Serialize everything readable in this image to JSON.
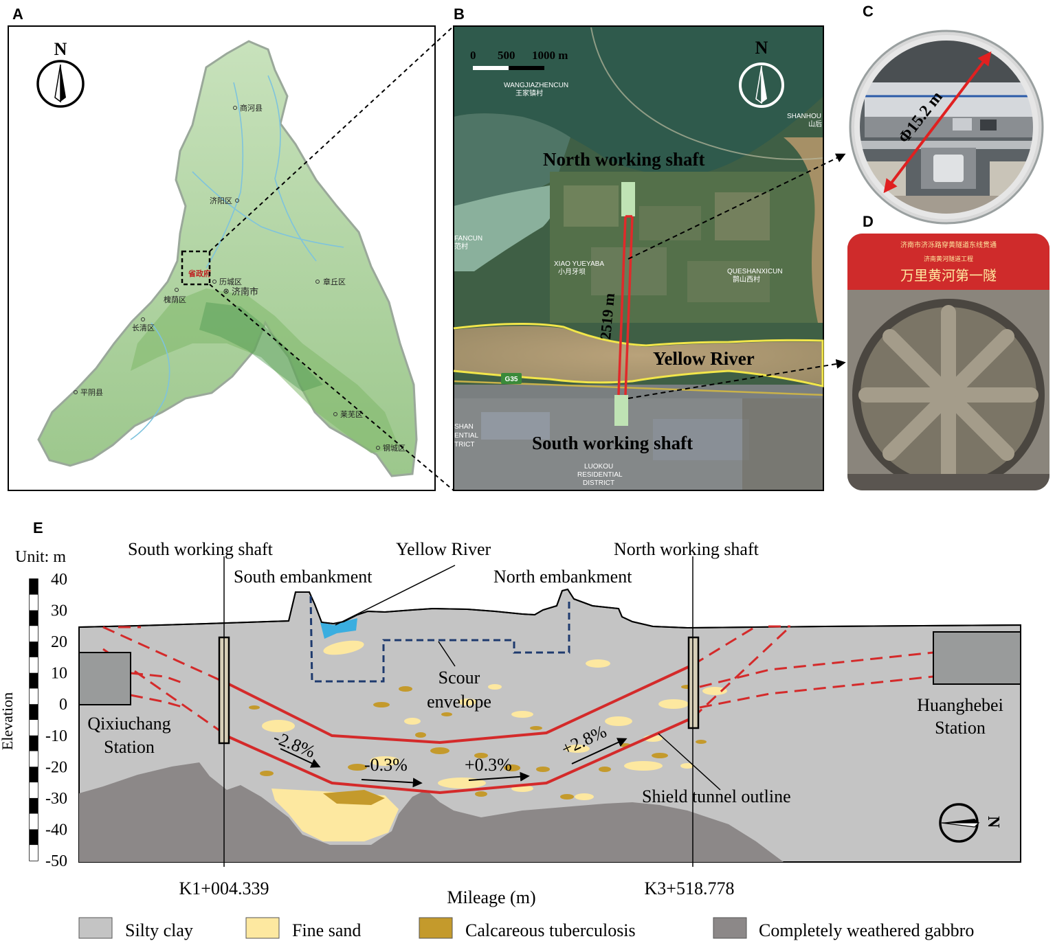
{
  "panels": {
    "a": {
      "label": "A",
      "north": "N",
      "places": [
        {
          "name": "商河县"
        },
        {
          "name": "济阳区"
        },
        {
          "name": "省政府"
        },
        {
          "name": "历城区"
        },
        {
          "name": "济南市"
        },
        {
          "name": "章丘区"
        },
        {
          "name": "槐荫区"
        },
        {
          "name": "长清区"
        },
        {
          "name": "平阴县"
        },
        {
          "name": "莱芜区"
        },
        {
          "name": "钢城区"
        }
      ]
    },
    "b": {
      "label": "B",
      "north": "N",
      "scale": {
        "t0": "0",
        "t1": "500",
        "t2": "1000 m"
      },
      "north_shaft": "North working shaft",
      "south_shaft": "South working shaft",
      "river": "Yellow River",
      "length": "2519 m",
      "highway": "G35",
      "places": [
        {
          "name": "WANGJIAZHENCUN",
          "cn": "王家镇村"
        },
        {
          "name": "SHANHOU",
          "cn": "山后"
        },
        {
          "name": "FANCUN",
          "cn": "范村"
        },
        {
          "name": "XIAO YUEYABA",
          "cn": "小月牙坝"
        },
        {
          "name": "QUESHANXICUN",
          "cn": "鹊山西村"
        },
        {
          "name": "SHAN"
        },
        {
          "name": "ENTIAL"
        },
        {
          "name": "TRICT"
        },
        {
          "name": "LUOKOU"
        },
        {
          "name": "RESIDENTIAL"
        },
        {
          "name": "DISTRICT"
        }
      ]
    },
    "c": {
      "label": "C",
      "diameter": "Φ15.2 m"
    },
    "d": {
      "label": "D",
      "banner1": "济南市济泺路穿黄隧道东线贯通",
      "banner2": "济南黄河隧道工程",
      "banner3": "万里黄河第一隧"
    },
    "e": {
      "label": "E",
      "unit": "Unit: m",
      "ylabel": "Elevation",
      "xlabel": "Mileage (m)",
      "yticks": [
        "40",
        "30",
        "20",
        "10",
        "0",
        "-10",
        "-20",
        "-30",
        "-40",
        "-50"
      ],
      "south_shaft": "South working shaft",
      "north_shaft": "North working shaft",
      "river": "Yellow River",
      "south_embankment": "South embankment",
      "north_embankment": "North embankment",
      "scour1": "Scour",
      "scour2": "envelope",
      "station_left1": "Qixiuchang",
      "station_left2": "Station",
      "station_right1": "Huanghebei",
      "station_right2": "Station",
      "grades": [
        "-2.8%",
        "-0.3%",
        "+0.3%",
        "+2.8%"
      ],
      "tunnel_outline": "Shield tunnel outline",
      "mileage_left": "K1+004.339",
      "mileage_right": "K3+518.778",
      "compass": "N",
      "legend": [
        "Silty clay",
        "Fine sand",
        "Calcareous tuberculosis",
        "Completely weathered gabbro"
      ]
    }
  },
  "colors": {
    "silty_clay": "#c4c4c4",
    "fine_sand": "#fde8a0",
    "calcareous": "#c49a2c",
    "gabbro": "#8c8888",
    "tunnel": "#d42a2a",
    "scour": "#1e3a6e",
    "river_line": "#f2e64a",
    "water": "#3aaee0",
    "map_green": "#cfe6c4",
    "satellite": "#3a5a3e"
  }
}
